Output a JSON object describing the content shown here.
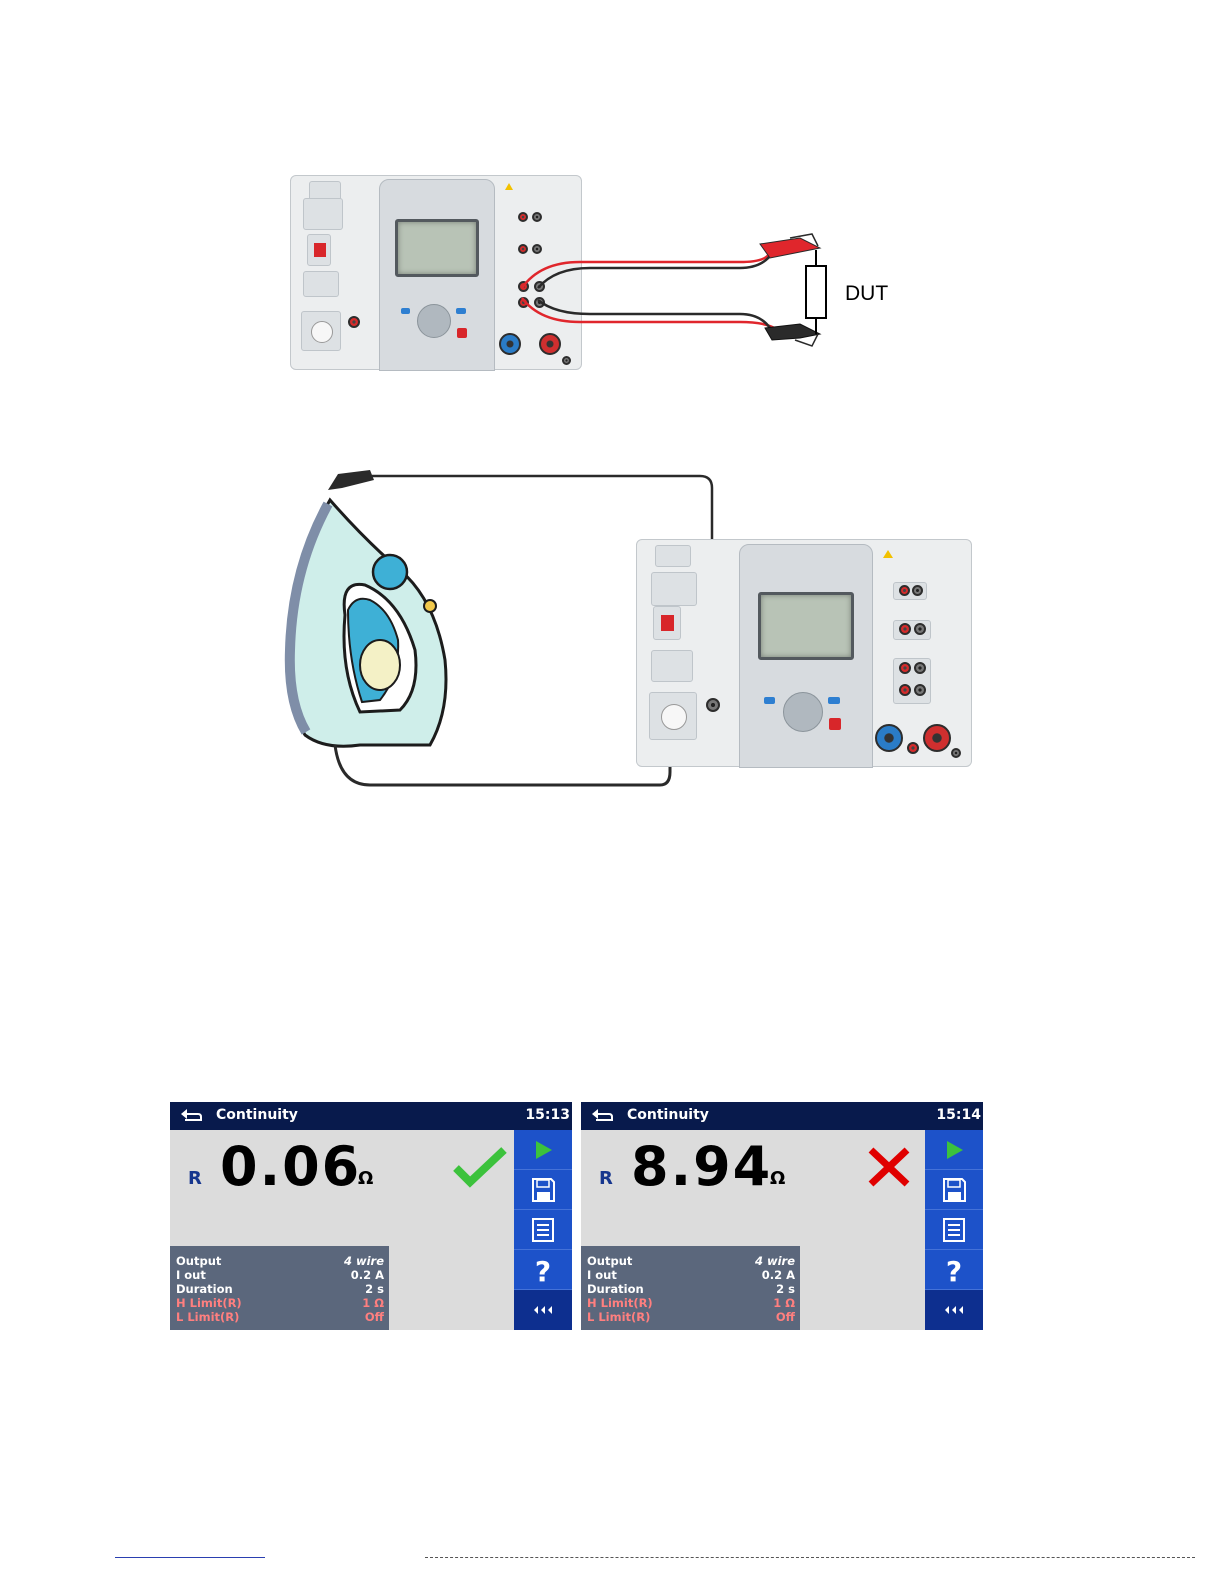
{
  "diagram1": {
    "dut_label": "DUT"
  },
  "screens": [
    {
      "title": "Continuity",
      "time": "15:13",
      "measure_symbol": "R",
      "value": "0.06",
      "unit": "Ω",
      "result": "pass",
      "params": [
        {
          "label": "Output",
          "value": "4 wire",
          "style": "white"
        },
        {
          "label": "I out",
          "value": "0.2 A",
          "style": "white"
        },
        {
          "label": "Duration",
          "value": "2 s",
          "style": "white"
        },
        {
          "label": "H Limit(R)",
          "value": "1 Ω",
          "style": "pink"
        },
        {
          "label": "L Limit(R)",
          "value": "Off",
          "style": "pink"
        }
      ]
    },
    {
      "title": "Continuity",
      "time": "15:14",
      "measure_symbol": "R",
      "value": "8.94",
      "unit": "Ω",
      "result": "fail",
      "params": [
        {
          "label": "Output",
          "value": "4 wire",
          "style": "white"
        },
        {
          "label": "I out",
          "value": "0.2 A",
          "style": "white"
        },
        {
          "label": "Duration",
          "value": "2 s",
          "style": "white"
        },
        {
          "label": "H Limit(R)",
          "value": "1 Ω",
          "style": "pink"
        },
        {
          "label": "L Limit(R)",
          "value": "Off",
          "style": "pink"
        }
      ]
    }
  ],
  "sidebar_icons": [
    "play-icon",
    "save-icon",
    "list-icon",
    "help-icon",
    "more-icon"
  ],
  "colors": {
    "topbar": "#081a4c",
    "sidebar": "#1d52c9",
    "params_bg": "#5b677c",
    "limit_text": "#ff7f7f",
    "pass": "#3cc23c",
    "fail": "#e00000",
    "lead_red": "#e0262c",
    "lead_black": "#2a2a2a"
  }
}
